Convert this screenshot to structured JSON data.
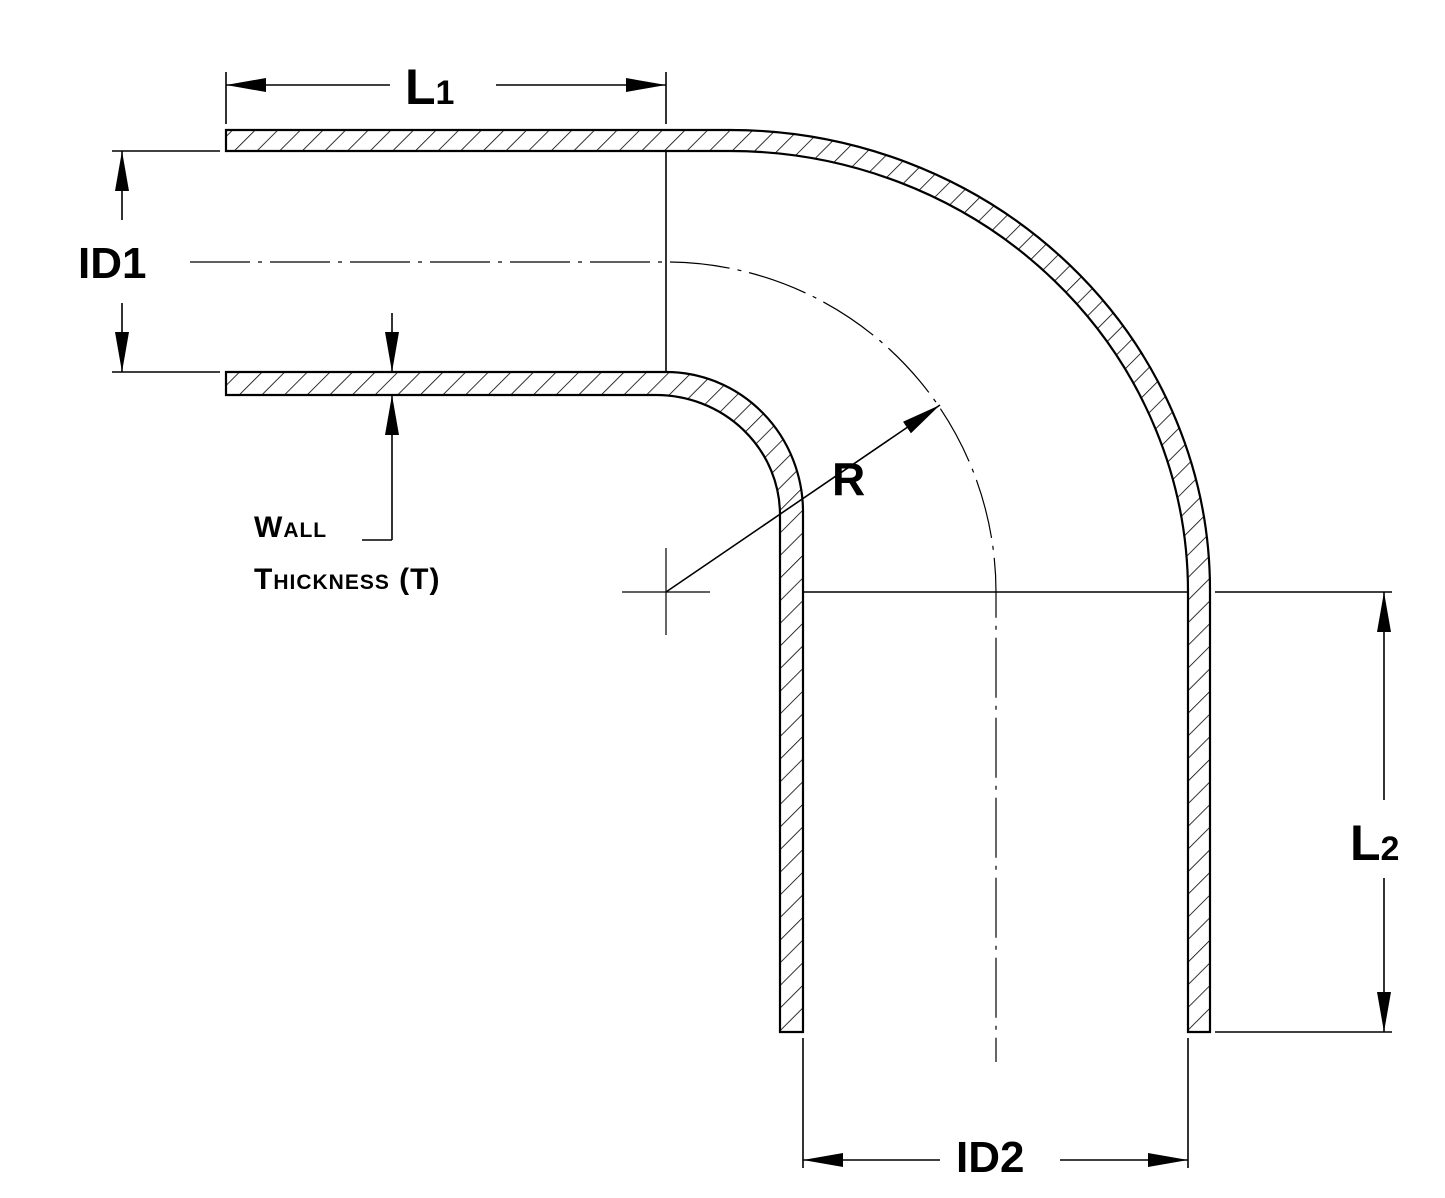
{
  "labels": {
    "l1": "L",
    "l1_sub": "1",
    "l2": "L",
    "l2_sub": "2",
    "id1": "ID1",
    "id2": "ID2",
    "r": "R",
    "wall_line1": "Wall",
    "wall_line2": "Thickness (T)"
  },
  "colors": {
    "line": "#000000",
    "background": "#ffffff"
  }
}
